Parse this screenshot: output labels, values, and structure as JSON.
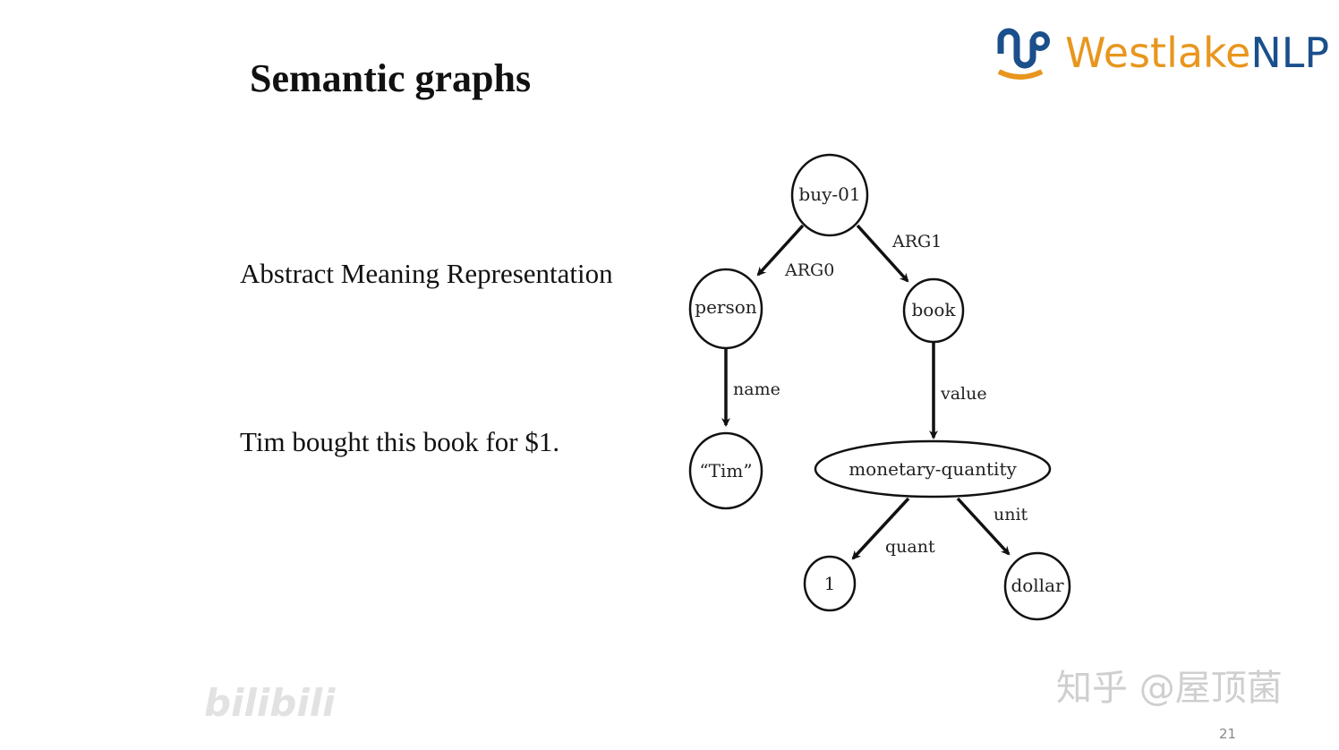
{
  "slide": {
    "title": "Semantic graphs",
    "label_amr": "Abstract Meaning Representation",
    "sentence": "Tim bought this book for $1.",
    "page_number": "21"
  },
  "logo": {
    "part1": "Westlake",
    "part2": "NLP",
    "colors": {
      "orange": "#E8961E",
      "blue": "#1B4F8C"
    }
  },
  "watermarks": {
    "zhihu": "知乎 @屋顶菌",
    "bilibili": "bilibili"
  },
  "diagram": {
    "nodes": {
      "buy": "buy-01",
      "person": "person",
      "book": "book",
      "tim": "“Tim”",
      "mq": "monetary-quantity",
      "one": "1",
      "dollar": "dollar"
    },
    "edges": {
      "arg0": "ARG0",
      "arg1": "ARG1",
      "name": "name",
      "value": "value",
      "quant": "quant",
      "unit": "unit"
    }
  }
}
